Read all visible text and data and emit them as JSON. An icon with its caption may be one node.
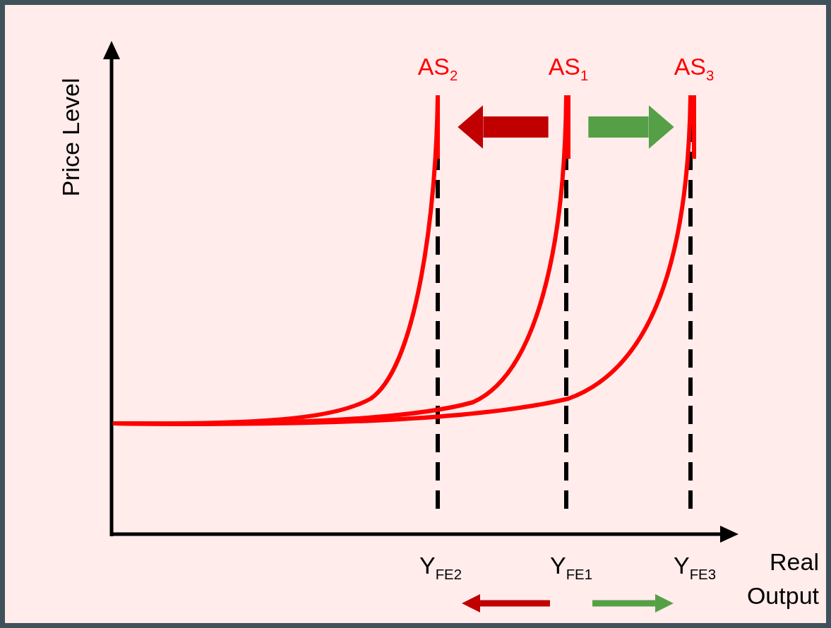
{
  "diagram": {
    "nodes": [
      {
        "text": [
          "AS$_{2}$"
        ]
      },
      {
        "text": [
          "AS$_{1}$"
        ]
      },
      {
        "text": [
          "AS$_{3}$"
        ]
      },
      {
        "text": [
          "Y$_{FE2}$"
        ]
      },
      {
        "text": [
          "Y$_{FE1}$"
        ]
      },
      {
        "text": [
          "Y$_{FE3}$"
        ]
      }
    ],
    "edges": [
      {
        "from": 1,
        "to": 0,
        "arrow": "to",
        "style": "thick",
        "color": "#c00000"
      },
      {
        "from": 1,
        "to": 2,
        "arrow": "to",
        "style": "thick",
        "color": "#55a046"
      },
      {
        "from": 4,
        "to": 3,
        "arrow": "to",
        "color": "#c00000"
      },
      {
        "from": 4,
        "to": 5,
        "arrow": "to",
        "color": "#55a046"
      }
    ],
    "labels": [
      "Price Level",
      "Real Output"
    ]
  }
}
